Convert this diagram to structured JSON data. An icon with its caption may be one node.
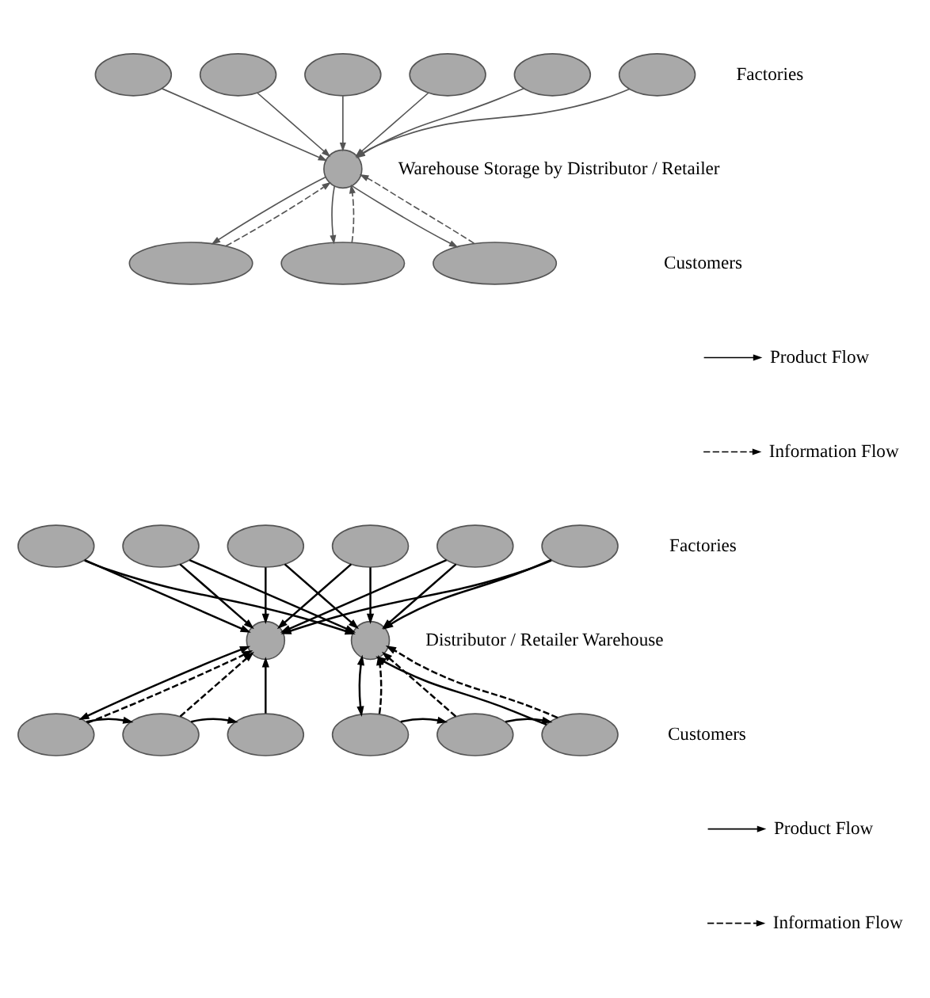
{
  "diagram": {
    "nodes": [
      {
        "text": [],
        "shape": "ellipse"
      },
      {
        "text": [],
        "shape": "ellipse"
      },
      {
        "text": [],
        "shape": "ellipse"
      },
      {
        "text": [],
        "shape": "ellipse"
      },
      {
        "text": [],
        "shape": "ellipse"
      },
      {
        "text": [],
        "shape": "ellipse"
      },
      {
        "text": [],
        "shape": "circle",
        "beside": [
          "Warehouse Storage by Distributor / Retailer"
        ]
      },
      {
        "text": [],
        "shape": "ellipse"
      },
      {
        "text": [],
        "shape": "ellipse"
      },
      {
        "text": [],
        "shape": "ellipse"
      },
      {
        "text": [],
        "shape": "ellipse"
      },
      {
        "text": [],
        "shape": "ellipse"
      },
      {
        "text": [],
        "shape": "ellipse"
      },
      {
        "text": [],
        "shape": "ellipse"
      },
      {
        "text": [],
        "shape": "ellipse"
      },
      {
        "text": [],
        "shape": "ellipse"
      },
      {
        "text": [],
        "shape": "circle"
      },
      {
        "text": [],
        "shape": "circle",
        "beside": [
          "Distributor / Retailer Warehouse"
        ]
      },
      {
        "text": [],
        "shape": "ellipse"
      },
      {
        "text": [],
        "shape": "ellipse"
      },
      {
        "text": [],
        "shape": "ellipse"
      },
      {
        "text": [],
        "shape": "ellipse"
      },
      {
        "text": [],
        "shape": "ellipse"
      },
      {
        "text": [],
        "shape": "ellipse"
      }
    ],
    "edges": [
      {
        "from": 0,
        "to": 6,
        "arrow": "to"
      },
      {
        "from": 1,
        "to": 6,
        "arrow": "to"
      },
      {
        "from": 2,
        "to": 6,
        "arrow": "to"
      },
      {
        "from": 3,
        "to": 6,
        "arrow": "to"
      },
      {
        "from": 4,
        "to": 6,
        "arrow": "to"
      },
      {
        "from": 5,
        "to": 6,
        "arrow": "to"
      },
      {
        "from": 6,
        "to": 7,
        "arrow": "to"
      },
      {
        "from": 7,
        "to": 6,
        "arrow": "to",
        "style": "dashed"
      },
      {
        "from": 6,
        "to": 8,
        "arrow": "to"
      },
      {
        "from": 8,
        "to": 6,
        "arrow": "to",
        "style": "dashed"
      },
      {
        "from": 6,
        "to": 9,
        "arrow": "to"
      },
      {
        "from": 9,
        "to": 6,
        "arrow": "to",
        "style": "dashed"
      },
      {
        "from": 10,
        "to": 16,
        "arrow": "to"
      },
      {
        "from": 10,
        "to": 17,
        "arrow": "to"
      },
      {
        "from": 11,
        "to": 16,
        "arrow": "to"
      },
      {
        "from": 11,
        "to": 17,
        "arrow": "to"
      },
      {
        "from": 12,
        "to": 16,
        "arrow": "to"
      },
      {
        "from": 12,
        "to": 17,
        "arrow": "to"
      },
      {
        "from": 13,
        "to": 16,
        "arrow": "to"
      },
      {
        "from": 13,
        "to": 17,
        "arrow": "to"
      },
      {
        "from": 14,
        "to": 16,
        "arrow": "to"
      },
      {
        "from": 14,
        "to": 17,
        "arrow": "to"
      },
      {
        "from": 15,
        "to": 16,
        "arrow": "to"
      },
      {
        "from": 15,
        "to": 17,
        "arrow": "to"
      },
      {
        "from": 16,
        "to": 18,
        "arrow": "both"
      },
      {
        "from": 18,
        "to": 16,
        "arrow": "to",
        "style": "dashed"
      },
      {
        "from": 19,
        "to": 16,
        "arrow": "to",
        "style": "dashed"
      },
      {
        "from": 20,
        "to": 16,
        "arrow": "to"
      },
      {
        "from": 18,
        "to": 19,
        "arrow": "to"
      },
      {
        "from": 19,
        "to": 20,
        "arrow": "to"
      },
      {
        "from": 17,
        "to": 21,
        "arrow": "both"
      },
      {
        "from": 21,
        "to": 17,
        "arrow": "to",
        "style": "dashed"
      },
      {
        "from": 22,
        "to": 17,
        "arrow": "to",
        "style": "dashed"
      },
      {
        "from": 23,
        "to": 17,
        "arrow": "to"
      },
      {
        "from": 23,
        "to": 17,
        "arrow": "to",
        "style": "dashed"
      },
      {
        "from": 21,
        "to": 22,
        "arrow": "to"
      },
      {
        "from": 22,
        "to": 23,
        "arrow": "to"
      }
    ],
    "labels": [
      "Factories",
      "Customers",
      "Factories",
      "Customers"
    ],
    "legend": [
      {
        "text": "Product Flow"
      },
      {
        "text": "Information Flow"
      },
      {
        "text": "Product Flow"
      },
      {
        "text": "Information Flow"
      }
    ]
  }
}
